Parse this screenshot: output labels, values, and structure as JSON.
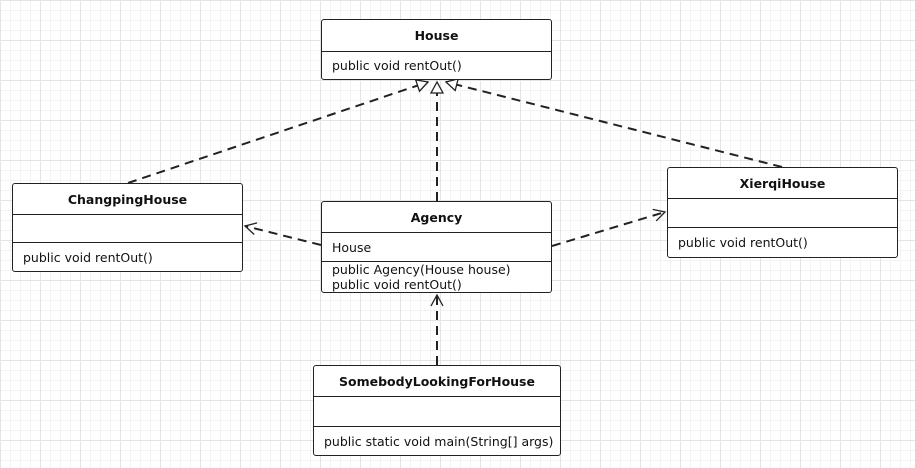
{
  "classes": {
    "house": {
      "name": "House",
      "operations": [
        "public void rentOut()"
      ]
    },
    "changping_house": {
      "name": "ChangpingHouse",
      "attributes": [],
      "operations": [
        "public void rentOut()"
      ]
    },
    "agency": {
      "name": "Agency",
      "attributes": [
        "House"
      ],
      "operations": [
        "public Agency(House house)",
        "public void rentOut()"
      ]
    },
    "xierqi_house": {
      "name": "XierqiHouse",
      "attributes": [],
      "operations": [
        "public void rentOut()"
      ]
    },
    "somebody_looking": {
      "name": "SomebodyLookingForHouse",
      "attributes": [],
      "operations": [
        "public static void main(String[] args)"
      ]
    }
  },
  "relationships": [
    {
      "from": "ChangpingHouse",
      "to": "House",
      "kind": "realization"
    },
    {
      "from": "Agency",
      "to": "House",
      "kind": "realization"
    },
    {
      "from": "XierqiHouse",
      "to": "House",
      "kind": "realization"
    },
    {
      "from": "Agency",
      "to": "ChangpingHouse",
      "kind": "dependency"
    },
    {
      "from": "Agency",
      "to": "XierqiHouse",
      "kind": "dependency"
    },
    {
      "from": "SomebodyLookingForHouse",
      "to": "Agency",
      "kind": "dependency"
    }
  ],
  "colors": {
    "line": "#222222",
    "box_fill": "#ffffff",
    "grid": "#e4e4e4"
  }
}
